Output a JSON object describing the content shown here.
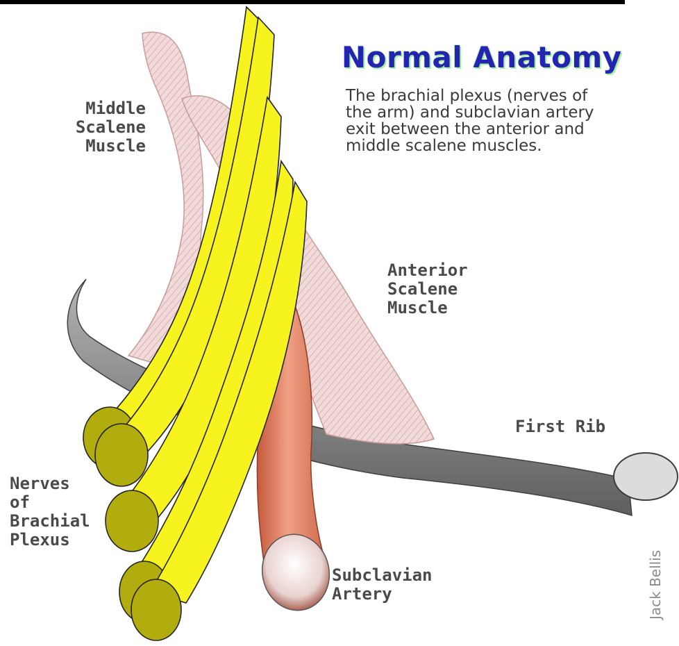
{
  "title": "Normal Anatomy",
  "description_lines": [
    "The brachial plexus (nerves of",
    "the arm) and subclavian artery",
    "exit between the anterior and",
    "middle scalene muscles."
  ],
  "labels": {
    "middle_scalene": [
      "Middle",
      "Scalene",
      "Muscle"
    ],
    "anterior_scalene": [
      "Anterior",
      "Scalene",
      "Muscle"
    ],
    "first_rib": "First Rib",
    "nerves": [
      "Nerves",
      "of",
      "Brachial",
      "Plexus"
    ],
    "artery": [
      "Subclavian",
      "Artery"
    ]
  },
  "credit": "Jack Bellis",
  "colors": {
    "title": "#2424b0",
    "title_glow": "#9ef09a",
    "nerve": "#f6f31e",
    "nerve_end": "#b1ad0e",
    "rib": "#8e8e8e",
    "artery": "#e88a6e",
    "muscle": "#efd5d5",
    "label": "#4a4a4a"
  }
}
